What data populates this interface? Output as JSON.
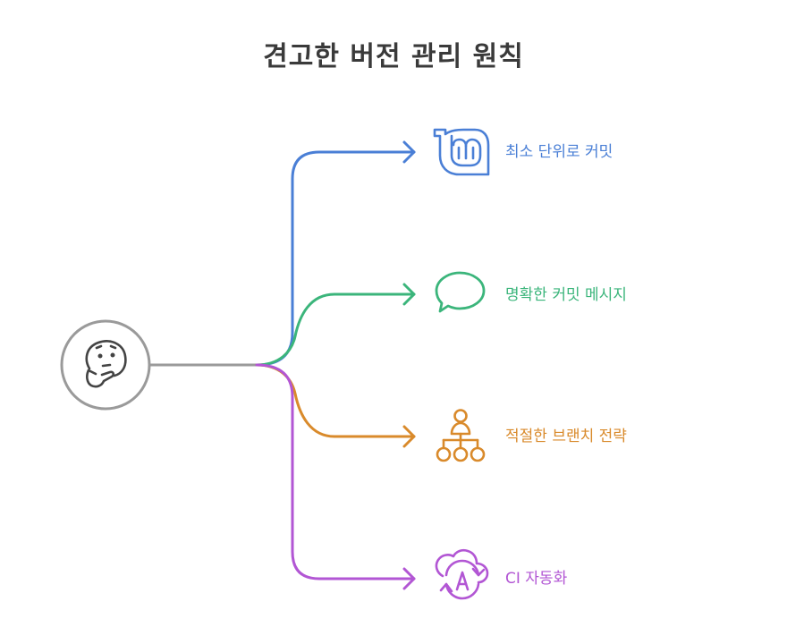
{
  "title": "견고한 버전 관리 원칙",
  "hub": {
    "icon": "thinking-face-icon"
  },
  "branches": [
    {
      "label": "최소 단위로 커밋",
      "icon": "linux-mint-logo-icon",
      "color": "#4a7fd6"
    },
    {
      "label": "명확한 커밋 메시지",
      "icon": "speech-bubble-icon",
      "color": "#3bb57b"
    },
    {
      "label": "적절한 브랜치 전략",
      "icon": "hierarchy-tree-icon",
      "color": "#d98a2b"
    },
    {
      "label": "CI 자동화",
      "icon": "cloud-automation-icon",
      "color": "#b256d4"
    }
  ],
  "colors": {
    "hub_stroke": "#9a9a9a",
    "icon_dark": "#444444",
    "title": "#3a3a3a"
  }
}
